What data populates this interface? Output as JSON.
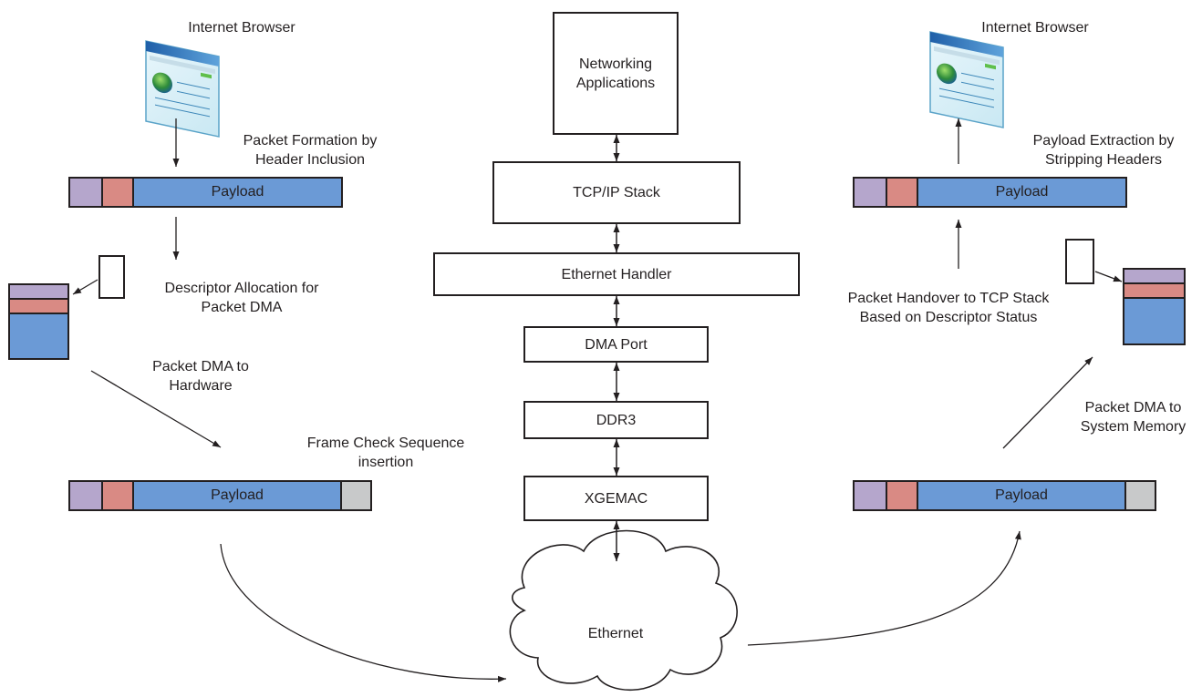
{
  "colors": {
    "header1": "#b5a6cc",
    "header2": "#d98a84",
    "payload": "#6b9ad6",
    "fcs": "#c8c9ca",
    "stroke": "#231f20"
  },
  "center": {
    "apps": "Networking\nApplications",
    "tcpip": "TCP/IP Stack",
    "eth_handler": "Ethernet Handler",
    "dma_port": "DMA Port",
    "ddr3": "DDR3",
    "xgemac": "XGEMAC",
    "ethernet": "Ethernet"
  },
  "tx": {
    "browser": "Internet Browser",
    "formation": "Packet Formation by\nHeader Inclusion",
    "payload1": "Payload",
    "descriptor": "Descriptor Allocation for\nPacket DMA",
    "dma_hw": "Packet DMA to\nHardware",
    "fcs": "Frame Check Sequence\ninsertion",
    "payload2": "Payload"
  },
  "rx": {
    "browser": "Internet Browser",
    "extraction": "Payload Extraction by\nStripping Headers",
    "payload1": "Payload",
    "handover": "Packet Handover to TCP Stack\nBased on Descriptor Status",
    "dma_mem": "Packet DMA to\nSystem Memory",
    "payload2": "Payload"
  },
  "icons": {
    "browser": "browser-window-icon",
    "cloud": "cloud-icon"
  }
}
